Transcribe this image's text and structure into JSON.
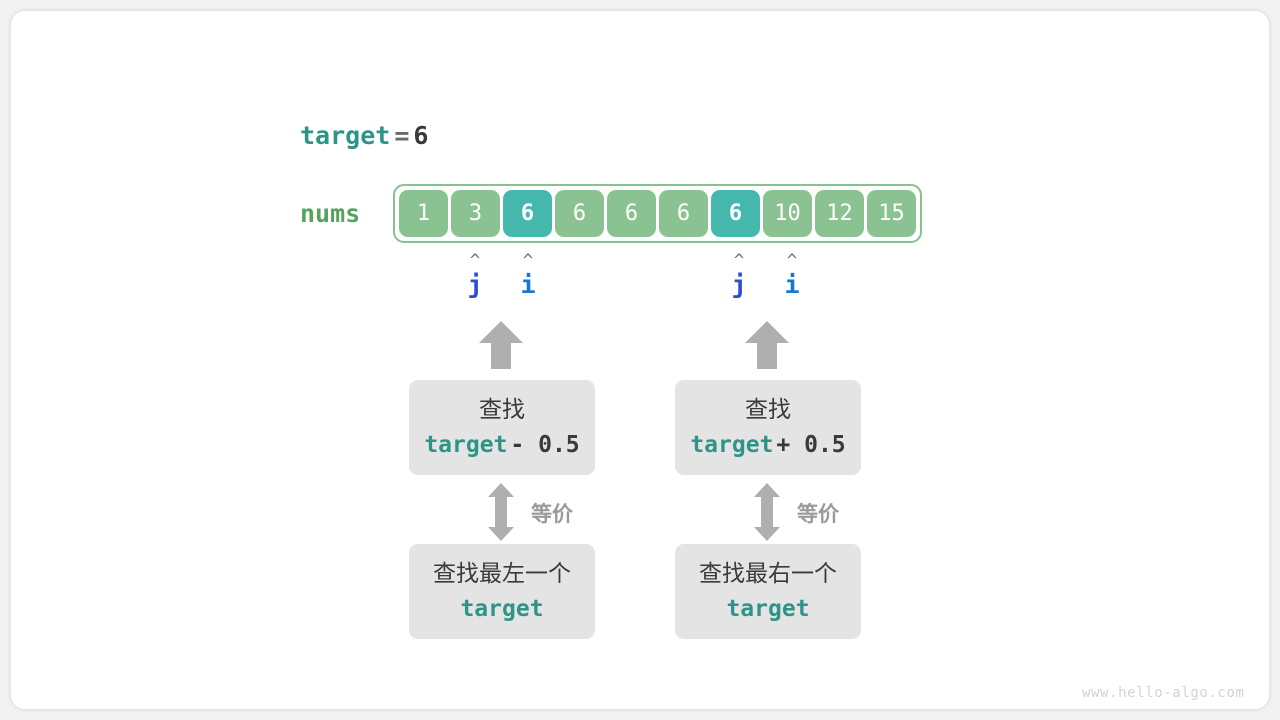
{
  "figure": {
    "target_line": {
      "name": "target",
      "equals": "=",
      "value": "6"
    },
    "array": {
      "label": "nums",
      "values": [
        "1",
        "3",
        "6",
        "6",
        "6",
        "6",
        "6",
        "10",
        "12",
        "15"
      ],
      "highlighted_indices": [
        2,
        6
      ],
      "cell_color": "#8ac391",
      "highlight_color": "#45b7ac",
      "border_color": "#86c38c"
    },
    "pointers": [
      {
        "label": "j",
        "caret": "^",
        "index": 1,
        "color": "#2a4ecf"
      },
      {
        "label": "i",
        "caret": "^",
        "index": 2,
        "color": "#1878cf"
      },
      {
        "label": "j",
        "caret": "^",
        "index": 6,
        "color": "#2a4ecf"
      },
      {
        "label": "i",
        "caret": "^",
        "index": 7,
        "color": "#1878cf"
      }
    ],
    "branches": [
      {
        "top_box": {
          "line1": "查找",
          "code_keyword": "target",
          "code_operator": "- 0.5"
        },
        "connector_label": "等价",
        "bottom_box": {
          "line1": "查找最左一个",
          "code_keyword": "target"
        }
      },
      {
        "top_box": {
          "line1": "查找",
          "code_keyword": "target",
          "code_operator": "+ 0.5"
        },
        "connector_label": "等价",
        "bottom_box": {
          "line1": "查找最右一个",
          "code_keyword": "target"
        }
      }
    ],
    "watermark": "www.hello-algo.com",
    "colors": {
      "keyword_teal": "#2f9488",
      "box_gray": "#e4e4e4",
      "arrow_gray": "#afafaf",
      "array_green": "#56a35d"
    }
  }
}
